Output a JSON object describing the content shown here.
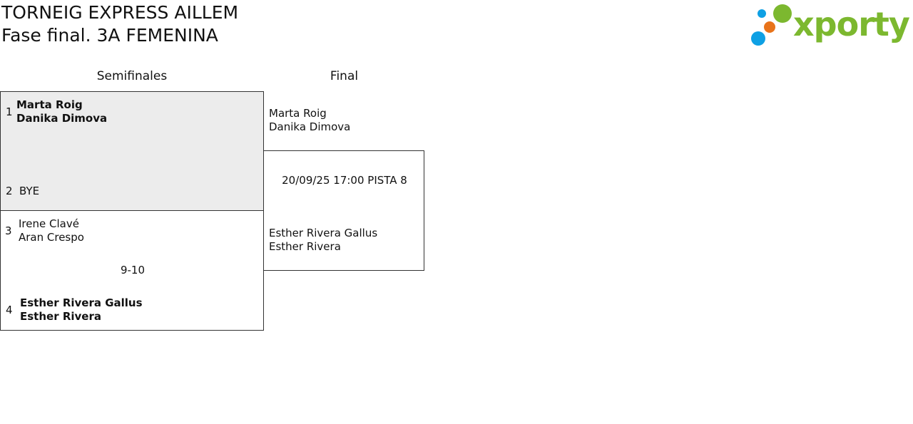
{
  "header": {
    "title_line1": "TORNEIG EXPRESS AILLEM",
    "title_line2": "Fase final. 3A FEMENINA"
  },
  "logo": {
    "text": "xporty",
    "colors": {
      "green": "#7cb82f",
      "blue": "#0ea0e4",
      "orange": "#e8731a"
    }
  },
  "rounds": {
    "semifinal_label": "Semifinales",
    "final_label": "Final"
  },
  "semifinals": [
    {
      "top": {
        "seed": "1",
        "players": [
          "Marta Roig",
          "Danika Dimova"
        ]
      },
      "bottom": {
        "seed": "2",
        "players": [
          "BYE"
        ]
      },
      "score": ""
    },
    {
      "top": {
        "seed": "3",
        "players": [
          "Irene Clavé",
          "Aran Crespo"
        ]
      },
      "bottom": {
        "seed": "4",
        "players": [
          "Esther Rivera Gallus",
          "Esther Rivera"
        ]
      },
      "score": "9-10"
    }
  ],
  "final": {
    "top_players": [
      "Marta Roig",
      "Danika Dimova"
    ],
    "schedule": "20/09/25 17:00 PISTA 8",
    "bottom_players": [
      "Esther Rivera Gallus",
      "Esther Rivera"
    ]
  }
}
